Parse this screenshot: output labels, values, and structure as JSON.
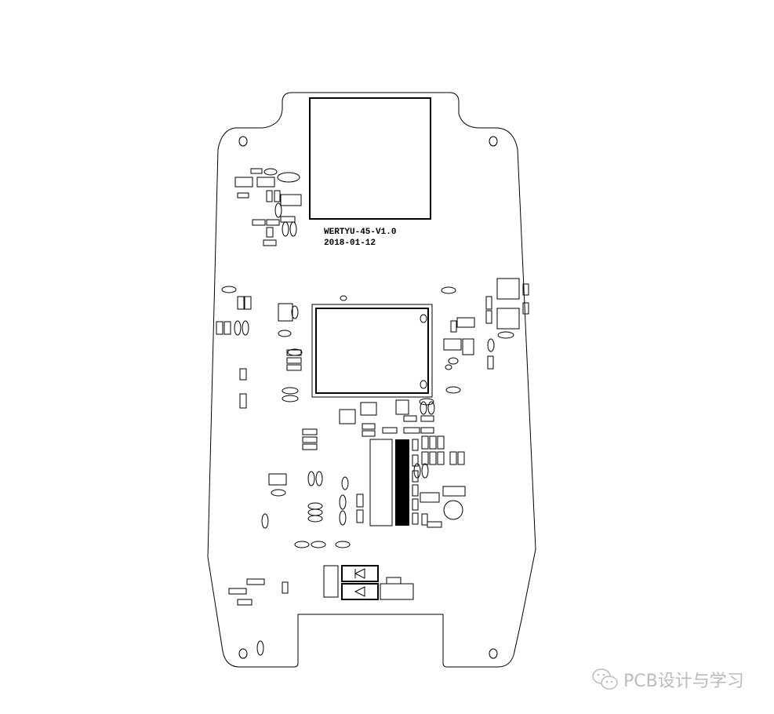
{
  "board": {
    "silkscreen_name": "WERTYU-45-V1.0",
    "silkscreen_date": "2018-01-12"
  },
  "watermark": {
    "icon": "wechat-icon",
    "text": "PCB设计与学习"
  },
  "colors": {
    "outline": "#000000",
    "background": "#ffffff",
    "watermark": "#bbbbbb"
  }
}
